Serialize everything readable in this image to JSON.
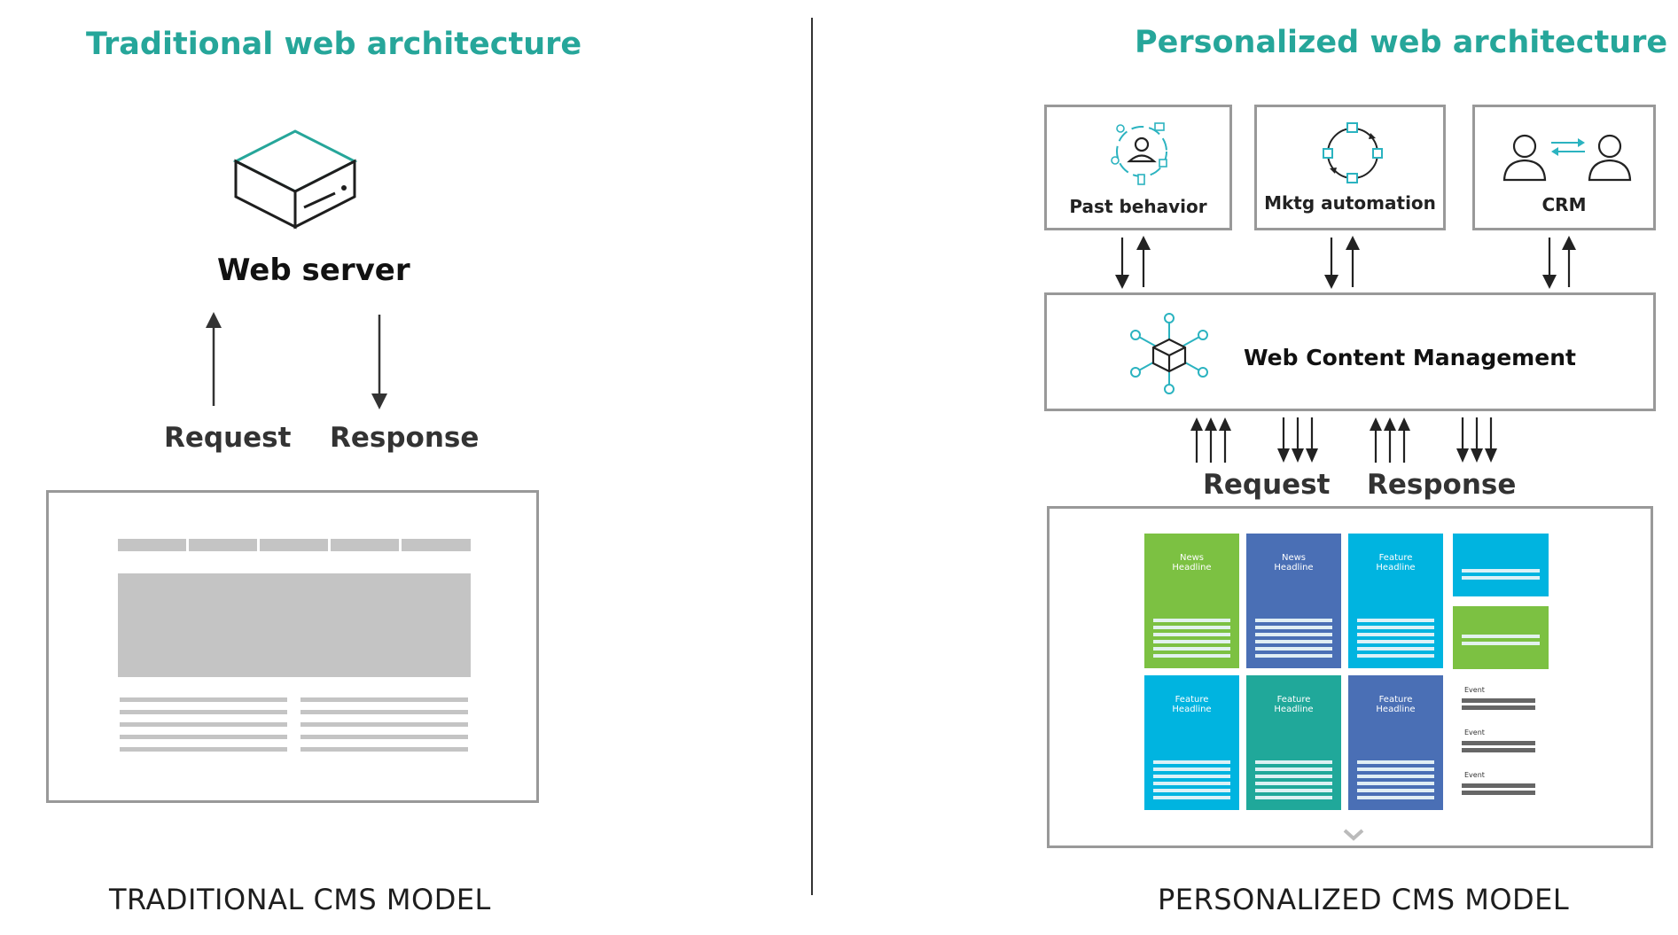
{
  "left": {
    "heading": "Traditional web architecture",
    "server_label": "Web server",
    "request_label": "Request",
    "response_label": "Response",
    "model_label": "TRADITIONAL CMS MODEL"
  },
  "right": {
    "heading": "Personalized web architecture",
    "sources": [
      {
        "label": "Past behavior",
        "icon": "past-behavior-icon"
      },
      {
        "label": "Mktg automation",
        "icon": "marketing-automation-cycle-icon"
      },
      {
        "label": "CRM",
        "icon": "crm-people-exchange-icon"
      }
    ],
    "wcm_label": "Web Content Management",
    "request_label": "Request",
    "response_label": "Response",
    "tiles": [
      {
        "title": "News\nHeadline",
        "color": "#7cc142"
      },
      {
        "title": "News\nHeadline",
        "color": "#4a6fb5"
      },
      {
        "title": "Feature\nHeadline",
        "color": "#00b4e0"
      },
      {
        "title": "Feature\nHeadline",
        "color": "#00b4e0"
      },
      {
        "title": "Feature\nHeadline",
        "color": "#20a89a"
      },
      {
        "title": "Feature\nHeadline",
        "color": "#4a6fb5"
      }
    ],
    "events": [
      "Event",
      "Event",
      "Event"
    ],
    "model_label": "PERSONALIZED CMS MODEL"
  },
  "colors": {
    "accent": "#26a69a",
    "icon_teal": "#2bb3c0",
    "border": "#999999",
    "placeholder": "#c4c4c4"
  }
}
